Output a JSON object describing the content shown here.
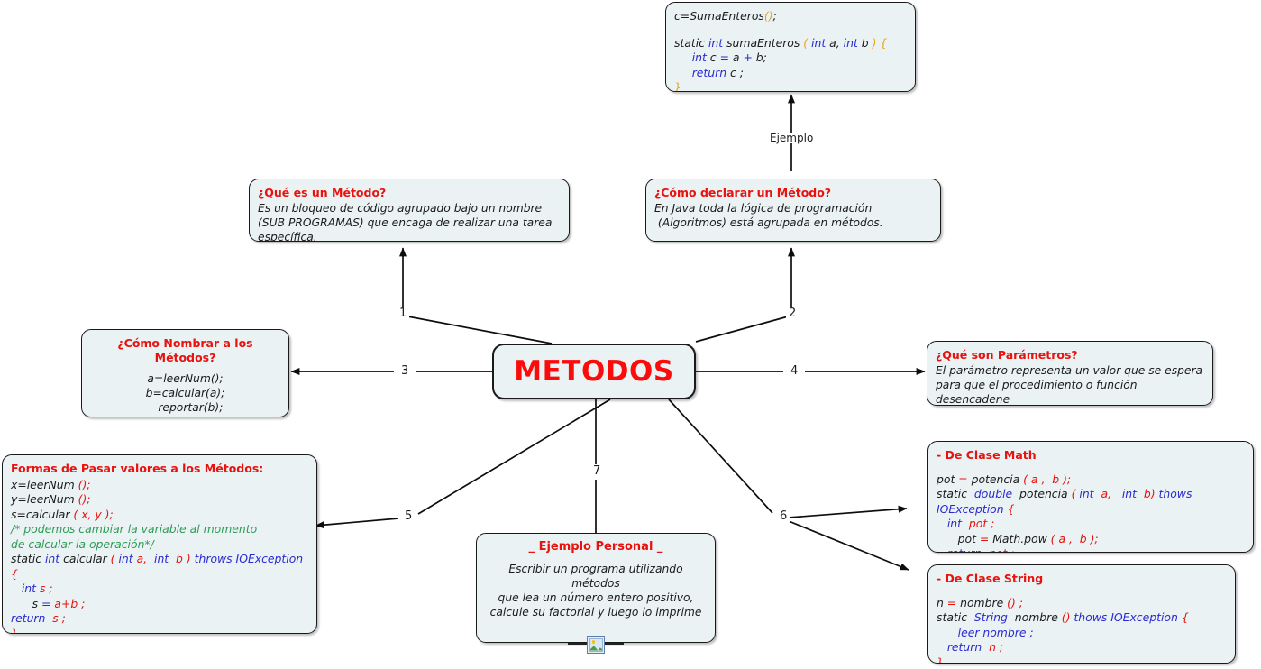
{
  "diagram": {
    "title": "METODOS",
    "central_label": "METODOS",
    "accent_color": "#fb0b09",
    "heading_color": "#e8120e",
    "node_fill": "#eaf2f4",
    "node_border": "#1a1a1a",
    "edge_labels": {
      "e1": "1",
      "e2": "2",
      "e3": "3",
      "e4": "4",
      "e5": "5",
      "e6": "6",
      "e7": "7",
      "ejemplo": "Ejemplo"
    }
  },
  "nodes": {
    "code_suma": {
      "name": "suma-enteros-code",
      "lines": [
        "c=SumaEnteros();",
        "",
        "static int sumaEnteros ( int a, int b ) {",
        "     int c = a + b;",
        "     return c ;",
        "}"
      ]
    },
    "que_es": {
      "title": "¿Qué es un Método?",
      "body": "Es un bloqueo de código agrupado bajo un nombre\n(SUB PROGRAMAS) que encaga de realizar una tarea\nespecífica."
    },
    "como_declarar": {
      "title": "¿Cómo declarar un Método?",
      "body": "En Java toda la lógica de programación\n (Algoritmos) está agrupada en métodos."
    },
    "como_nombrar": {
      "title": "¿Cómo Nombrar a los Métodos?",
      "body": "a=leerNum();\nb=calcular(a);\n   reportar(b);"
    },
    "que_son_parametros": {
      "title": "¿Qué son Parámetros?",
      "body": "El parámetro representa un valor que se espera\npara que el procedimiento o función desencadene\nsu comportamiento."
    },
    "formas_pasar": {
      "title": "Formas de Pasar valores a los Métodos:",
      "lines": [
        "x=leerNum ();",
        "y=leerNum ();",
        "s=calcular ( x, y );",
        "/* podemos cambiar la variable al momento",
        "de calcular la operación*/",
        "static int calcular ( int a,  int  b ) throws IOException {",
        "   int s ;",
        "      s = a+b ;",
        "return  s ;",
        "}"
      ]
    },
    "clase_math": {
      "title": "- De Clase Math",
      "lines": [
        "pot = potencia ( a ,  b );",
        "static  double  potencia ( int  a,   int  b) thows IOException {",
        "   int  pot ;",
        "      pot = Math.pow ( a ,  b );",
        "   return  pot ;",
        "}"
      ]
    },
    "clase_string": {
      "title": "- De Clase String",
      "lines": [
        "n = nombre () ;",
        "static  String  nombre () thows IOException {",
        "      leer nombre ;",
        "   return  n ;",
        "}"
      ]
    },
    "ejemplo_personal": {
      "title": "_  Ejemplo Personal  _",
      "body": "Escribir un programa utilizando métodos\nque lea un número entero positivo,\ncalcule su factorial y luego lo imprime",
      "icon": "picture-icon"
    }
  }
}
